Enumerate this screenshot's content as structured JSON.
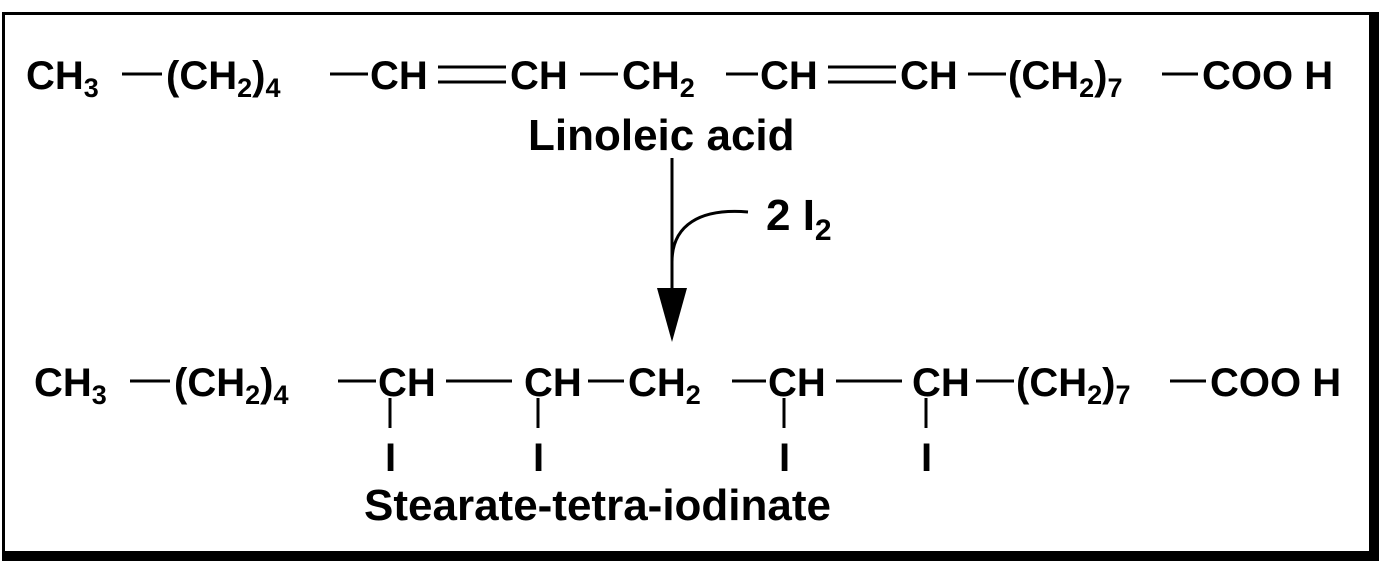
{
  "linoleic": {
    "ch3": "CH",
    "ch3_sub": "3",
    "ch2a": "(CH",
    "ch2a_sub": "2",
    "ch2a_mult": "4",
    "ch1": "CH",
    "ch2": "CH",
    "ch2b": "CH",
    "ch2b_sub": "2",
    "ch3b": "CH",
    "ch4": "CH",
    "ch2c": "(CH",
    "ch2c_sub": "2",
    "ch2c_mult": "7",
    "cooh": "COO H",
    "name": "Linoleic acid"
  },
  "reagent": {
    "coef": "2 I",
    "sub": "2"
  },
  "stearate": {
    "ch3": "CH",
    "ch3_sub": "3",
    "ch2a": "(CH",
    "ch2a_sub": "2",
    "ch2a_mult": "4",
    "ch1": "CH",
    "ch2": "CH",
    "ch2b": "CH",
    "ch2b_sub": "2",
    "ch3b": "CH",
    "ch4": "CH",
    "ch2c": "(CH",
    "ch2c_sub": "2",
    "ch2c_mult": "7",
    "cooh": "COO H",
    "iodine": [
      "I",
      "I",
      "I",
      "I"
    ],
    "name": "Stearate-tetra-iodinate"
  }
}
